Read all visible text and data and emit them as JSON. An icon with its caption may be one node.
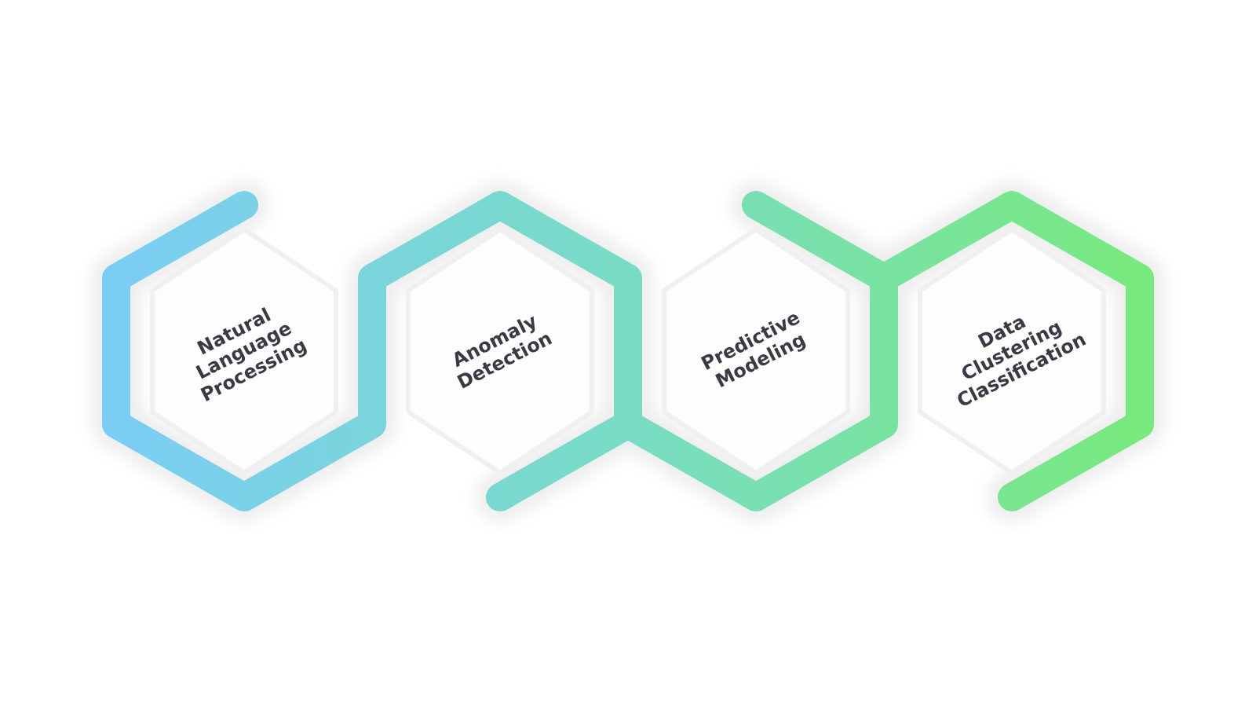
{
  "diagram": {
    "nodes": [
      {
        "text": [
          "Natural Language Processing"
        ]
      },
      {
        "text": [
          "Anomaly Detection"
        ]
      },
      {
        "text": [
          "Predictive Modeling"
        ]
      },
      {
        "text": [
          "Data Clustering Classification"
        ]
      }
    ]
  }
}
